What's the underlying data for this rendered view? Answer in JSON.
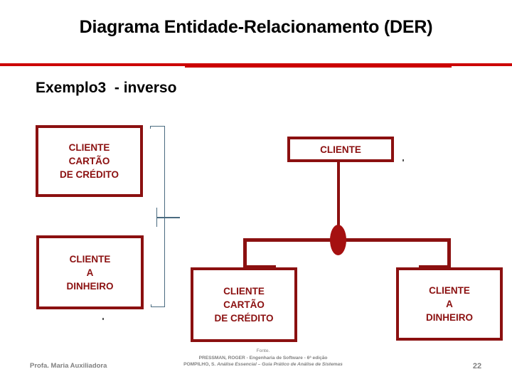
{
  "slide": {
    "title": "Diagrama Entidade-Relacionamento (DER)",
    "subtitle": "Exemplo3  - inverso",
    "accent_color": "#CC0000",
    "entity_color": "#8B1010",
    "brace_color": "#4A6B80",
    "footer_color": "#808080"
  },
  "diagram": {
    "entities": [
      {
        "id": "ent-tl",
        "label": "CLIENTE\nCARTÃO\nDE CRÉDITO"
      },
      {
        "id": "ent-cli",
        "label": "CLIENTE"
      },
      {
        "id": "ent-bl",
        "label": "CLIENTE\nA\nDINHEIRO"
      },
      {
        "id": "ent-bc",
        "label": "CLIENTE\nCARTÃO\nDE CRÉDITO"
      },
      {
        "id": "ent-br",
        "label": "CLIENTE\nA\nDINHEIRO"
      }
    ],
    "relationship_symbol": "ellipse"
  },
  "footer": {
    "author": "Profa. Maria Auxiliadora",
    "source_label": "Fonte.",
    "source_line_1": "PRESSMAN, ROGER - Engenharia de Software  - 6ª edição",
    "source_line_2_prefix": "POMPILHO, S. ",
    "source_line_2_italic": "Análise Essencial – Guia Prático de Análise de Sistemas",
    "page_number": "22"
  }
}
